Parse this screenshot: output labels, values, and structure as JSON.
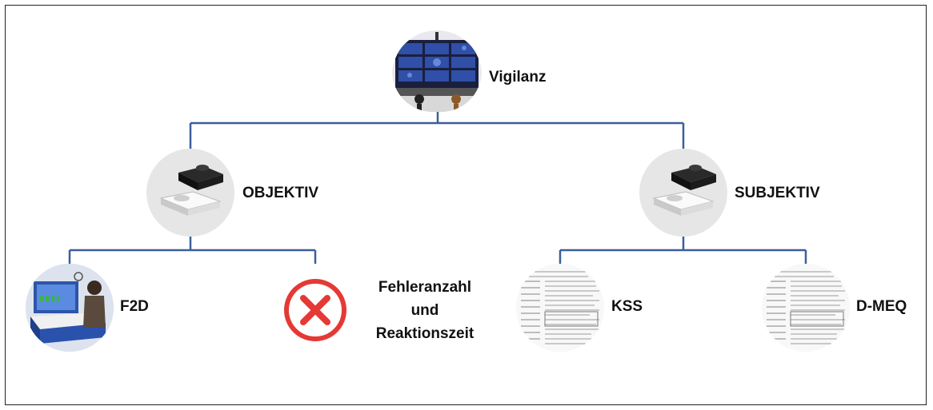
{
  "root": {
    "label": "Vigilanz",
    "icon": "control-room-icon"
  },
  "branches": [
    {
      "label": "OBJEKTIV",
      "icon": "puzzle-icon"
    },
    {
      "label": "SUBJEKTIV",
      "icon": "puzzle-icon"
    }
  ],
  "leaves": [
    {
      "label": "F2D",
      "icon": "f2d-device-icon",
      "parent": "OBJEKTIV"
    },
    {
      "label_lines": [
        "Fehleranzahl",
        "und",
        "Reaktionszeit"
      ],
      "icon": "red-x-icon",
      "parent": "OBJEKTIV"
    },
    {
      "label": "KSS",
      "icon": "questionnaire-icon",
      "parent": "SUBJEKTIV"
    },
    {
      "label": "D-MEQ",
      "icon": "questionnaire-icon",
      "parent": "SUBJEKTIV"
    }
  ],
  "colors": {
    "connector": "#3a5f9c",
    "x_icon": "#e53935",
    "frame": "#222222"
  }
}
